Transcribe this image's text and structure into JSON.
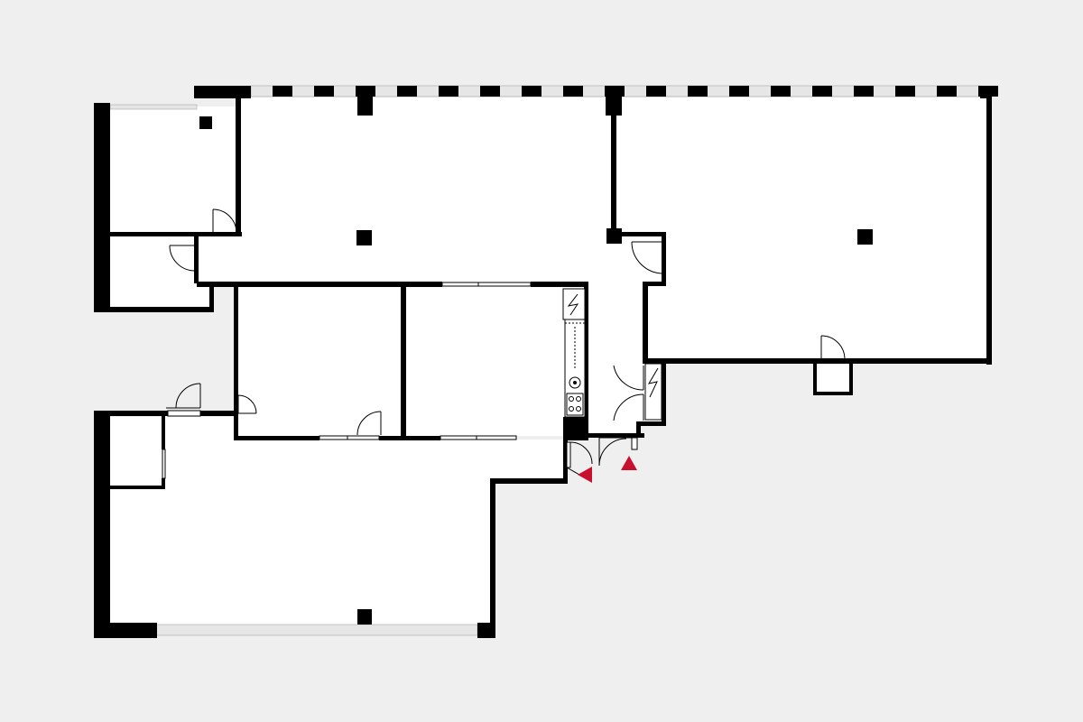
{
  "plan": {
    "background_color": "#efefef",
    "floor_color": "#ffffff",
    "wall_color": "#000000",
    "window_color": "#e6e6e6",
    "entrance_marker_color": "#c8102e",
    "entrances": [
      {
        "name": "entrance-marker-left",
        "direction": "left",
        "icon": "triangle-left"
      },
      {
        "name": "entrance-marker-up",
        "direction": "up",
        "icon": "triangle-up"
      }
    ],
    "fixtures": [
      "electrical-panel-icon",
      "sink-icon",
      "stove-icon",
      "column"
    ]
  }
}
